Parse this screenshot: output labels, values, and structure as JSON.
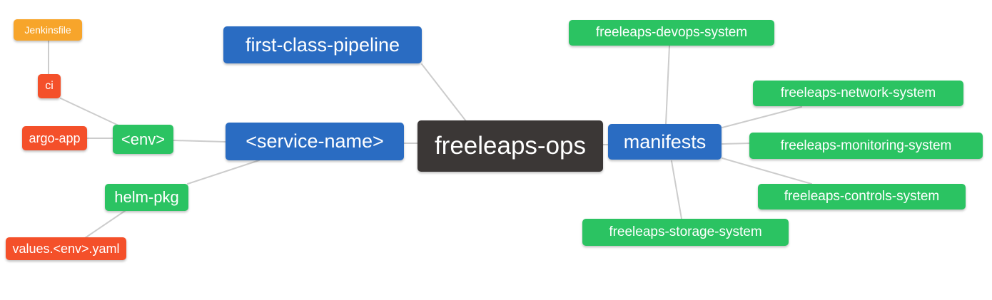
{
  "diagram": {
    "type": "mindmap",
    "root": "freeleaps-ops",
    "palette": {
      "blue": "#2a6cc2",
      "green": "#2bc362",
      "orange": "#f7a52b",
      "red": "#f4502a",
      "dark": "#3b3736",
      "edge": "#cccccc",
      "text": "#ffffff",
      "background": "#ffffff"
    },
    "nodes": [
      {
        "id": "jenkinsfile",
        "label": "Jenkinsfile",
        "color": "orange"
      },
      {
        "id": "ci",
        "label": "ci",
        "color": "red"
      },
      {
        "id": "argo-app",
        "label": "argo-app",
        "color": "red"
      },
      {
        "id": "env",
        "label": "<env>",
        "color": "green"
      },
      {
        "id": "helm-pkg",
        "label": "helm-pkg",
        "color": "green"
      },
      {
        "id": "values-env-yaml",
        "label": "values.<env>.yaml",
        "color": "red"
      },
      {
        "id": "first-class-pipeline",
        "label": "first-class-pipeline",
        "color": "blue"
      },
      {
        "id": "service-name",
        "label": "<service-name>",
        "color": "blue"
      },
      {
        "id": "freeleaps-ops",
        "label": "freeleaps-ops",
        "color": "dark"
      },
      {
        "id": "manifests",
        "label": "manifests",
        "color": "blue"
      },
      {
        "id": "freeleaps-devops-system",
        "label": "freeleaps-devops-system",
        "color": "green"
      },
      {
        "id": "freeleaps-network-system",
        "label": "freeleaps-network-system",
        "color": "green"
      },
      {
        "id": "freeleaps-monitoring-system",
        "label": "freeleaps-monitoring-system",
        "color": "green"
      },
      {
        "id": "freeleaps-controls-system",
        "label": "freeleaps-controls-system",
        "color": "green"
      },
      {
        "id": "freeleaps-storage-system",
        "label": "freeleaps-storage-system",
        "color": "green"
      }
    ],
    "edges": [
      {
        "from": "jenkinsfile",
        "to": "ci"
      },
      {
        "from": "ci",
        "to": "env"
      },
      {
        "from": "argo-app",
        "to": "env"
      },
      {
        "from": "env",
        "to": "service-name"
      },
      {
        "from": "service-name",
        "to": "helm-pkg"
      },
      {
        "from": "helm-pkg",
        "to": "values-env-yaml"
      },
      {
        "from": "first-class-pipeline",
        "to": "freeleaps-ops"
      },
      {
        "from": "service-name",
        "to": "freeleaps-ops"
      },
      {
        "from": "freeleaps-ops",
        "to": "manifests"
      },
      {
        "from": "manifests",
        "to": "freeleaps-devops-system"
      },
      {
        "from": "manifests",
        "to": "freeleaps-network-system"
      },
      {
        "from": "manifests",
        "to": "freeleaps-monitoring-system"
      },
      {
        "from": "manifests",
        "to": "freeleaps-controls-system"
      },
      {
        "from": "manifests",
        "to": "freeleaps-storage-system"
      }
    ]
  }
}
